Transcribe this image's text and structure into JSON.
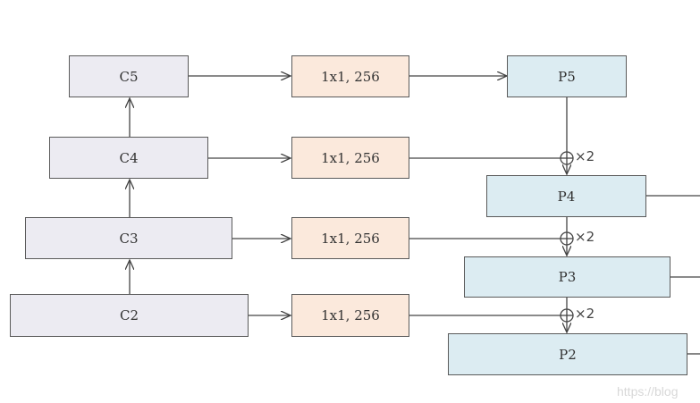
{
  "backbone": {
    "c5": "C5",
    "c4": "C4",
    "c3": "C3",
    "c2": "C2"
  },
  "lateral": {
    "conv5": "1x1, 256",
    "conv4": "1x1, 256",
    "conv3": "1x1, 256",
    "conv2": "1x1, 256"
  },
  "pyramid": {
    "p5": "P5",
    "p4": "P4",
    "p3": "P3",
    "p2": "P2"
  },
  "upsample": {
    "p4": "×2",
    "p3": "×2",
    "p2": "×2"
  },
  "watermark": "https://blog",
  "colors": {
    "backbone_fill": "#ecebf2",
    "conv_fill": "#fbe9dc",
    "pyramid_fill": "#dcecf2",
    "stroke": "#5a5a5a"
  }
}
